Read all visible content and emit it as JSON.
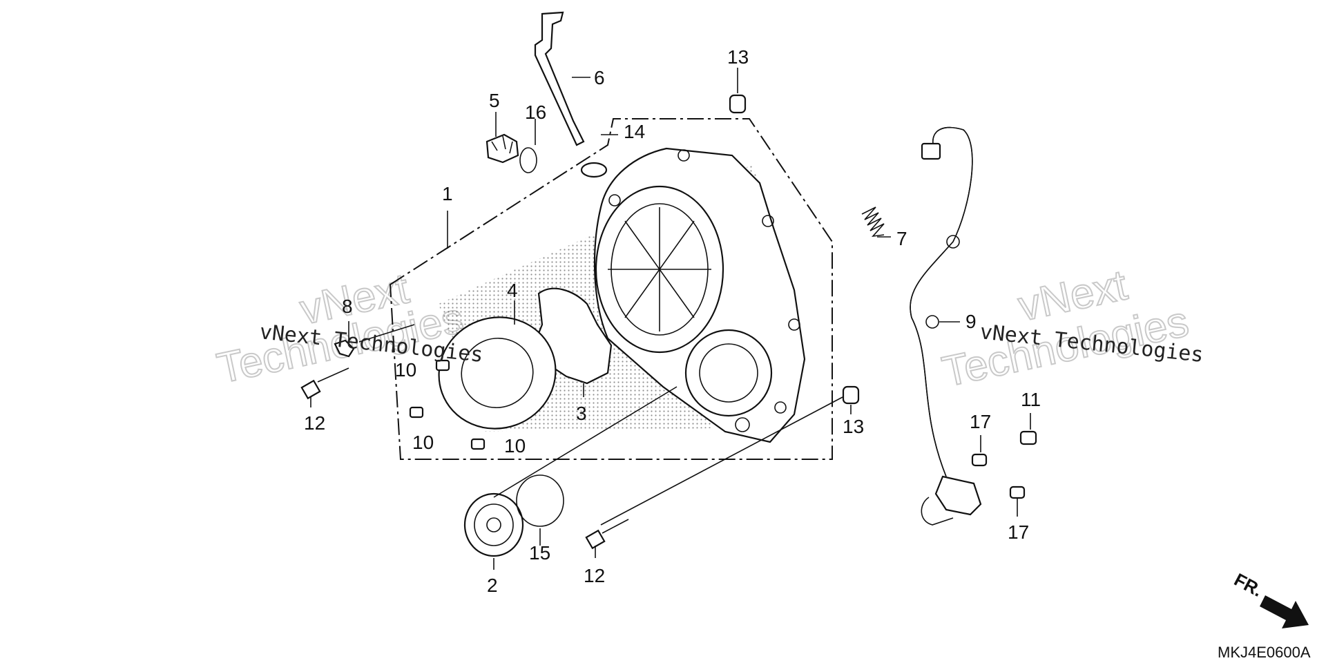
{
  "callouts": [
    {
      "id": "c1",
      "label": "1"
    },
    {
      "id": "c2",
      "label": "2"
    },
    {
      "id": "c3",
      "label": "3"
    },
    {
      "id": "c4",
      "label": "4"
    },
    {
      "id": "c5",
      "label": "5"
    },
    {
      "id": "c6",
      "label": "6"
    },
    {
      "id": "c7",
      "label": "7"
    },
    {
      "id": "c8",
      "label": "8"
    },
    {
      "id": "c9",
      "label": "9"
    },
    {
      "id": "c10a",
      "label": "10"
    },
    {
      "id": "c10b",
      "label": "10"
    },
    {
      "id": "c10c",
      "label": "10"
    },
    {
      "id": "c11",
      "label": "11"
    },
    {
      "id": "c12a",
      "label": "12"
    },
    {
      "id": "c12b",
      "label": "12"
    },
    {
      "id": "c13a",
      "label": "13"
    },
    {
      "id": "c13b",
      "label": "13"
    },
    {
      "id": "c14",
      "label": "14"
    },
    {
      "id": "c15",
      "label": "15"
    },
    {
      "id": "c16",
      "label": "16"
    },
    {
      "id": "c17a",
      "label": "17"
    },
    {
      "id": "c17b",
      "label": "17"
    }
  ],
  "watermark": {
    "line1": "vNext Technologies",
    "line2": "vNext",
    "line3": "Technologies"
  },
  "direction_label": "FR.",
  "diagram_code": "MKJ4E0600A"
}
